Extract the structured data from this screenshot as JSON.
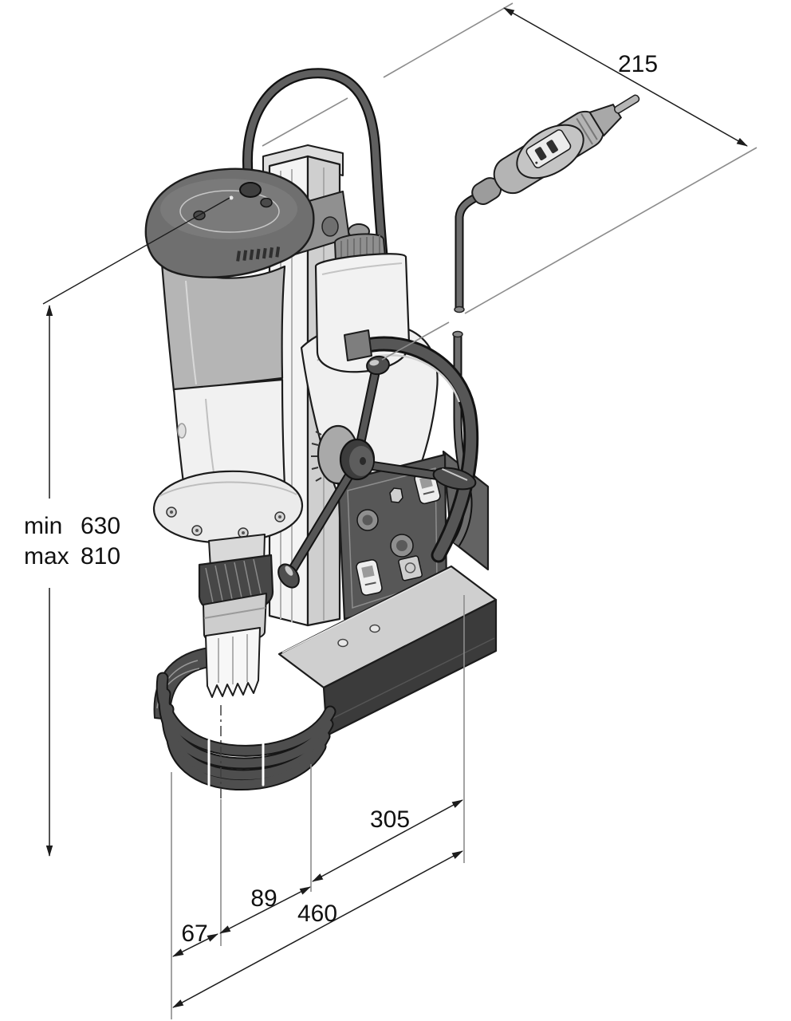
{
  "figure": {
    "type": "technical dimensional drawing",
    "subject": "Magnetic core drill press with detachable power plug connector",
    "background": "#ffffff"
  },
  "colors": {
    "outline": "#1c1c1c",
    "dimension_line": "#1c1c1c",
    "extension_line": "#8c8c8c",
    "metal_light": "#f1f1f1",
    "metal_mid": "#b5b5b5",
    "metal_dark": "#4e4e4e",
    "label_text": "#111111"
  },
  "dimensions": {
    "d215": "215",
    "height_min_label": "min",
    "height_min_value": "630",
    "height_max_label": "max",
    "height_max_value": "810",
    "d305": "305",
    "d89": "89",
    "d460": "460",
    "d67": "67"
  },
  "components": [
    "motor unit",
    "guide column",
    "power cable",
    "coolant tank",
    "drill head",
    "carry handle",
    "feed handle",
    "magnetic base",
    "control panel",
    "drill chuck",
    "annular cutter",
    "chip guard",
    "power plug connector"
  ]
}
